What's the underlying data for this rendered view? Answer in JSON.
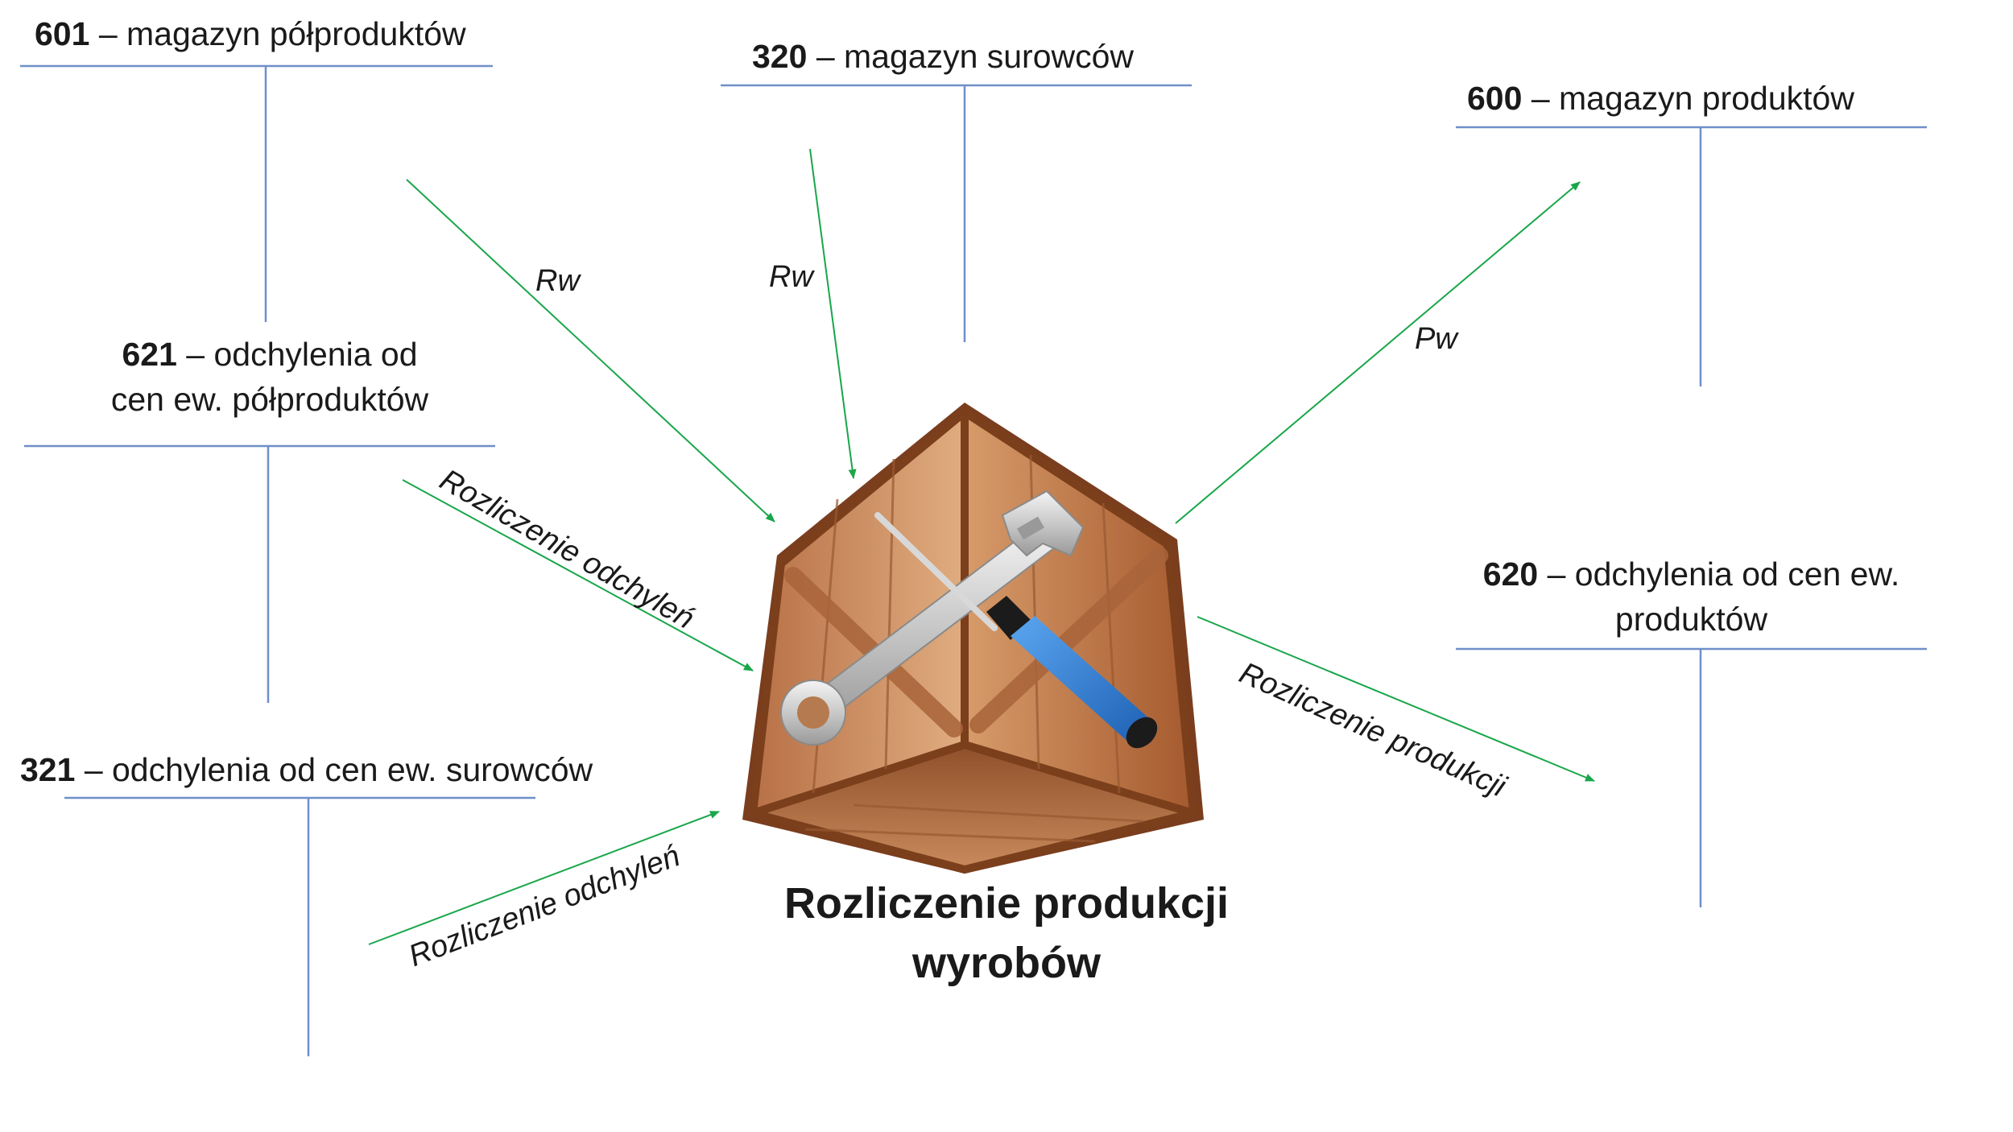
{
  "accounts": {
    "a601": {
      "number": "601",
      "name": " – magazyn półproduktów"
    },
    "a320": {
      "number": "320",
      "name": " – magazyn surowców"
    },
    "a600": {
      "number": "600",
      "name": " – magazyn produktów"
    },
    "a621": {
      "number": "621",
      "name_line1": " – odchylenia od",
      "name_line2": "cen ew. półproduktów"
    },
    "a620": {
      "number": "620",
      "name_line1": " – odchylenia od cen ew.",
      "name_line2": "produktów"
    },
    "a321": {
      "number": "321",
      "name": " – odchylenia od cen ew. surowców"
    }
  },
  "flows": {
    "rw_601": "Rw",
    "rw_320": "Rw",
    "pw_600": "Pw",
    "rozl_621": "Rozliczenie odchyleń",
    "rozl_321": "Rozliczenie odchyleń",
    "rozl_620": "Rozliczenie produkcji"
  },
  "center": {
    "title_line1": "Rozliczenie produkcji",
    "title_line2": "wyrobów",
    "image": "wooden-crate-with-wrench-and-screwdriver"
  },
  "colors": {
    "t_account_line": "#6f8fc8",
    "arrow": "#19a64a",
    "crate_light": "#d9a373",
    "crate_dark": "#8a4a24",
    "screwdriver_handle": "#2e7fd6"
  }
}
